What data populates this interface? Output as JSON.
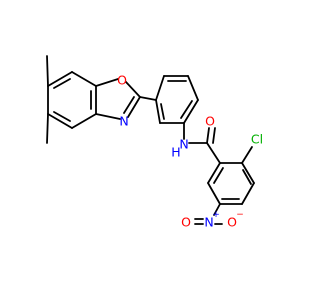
{
  "molecule": {
    "atoms": {
      "O_oxazole": {
        "text": "O",
        "color": "#ff0000"
      },
      "N_oxazole": {
        "text": "N",
        "color": "#0000ff"
      },
      "N_amide": {
        "text": "N",
        "color": "#0000ff"
      },
      "H_amide": {
        "text": "H",
        "color": "#0000ff"
      },
      "O_carbonyl": {
        "text": "O",
        "color": "#ff0000"
      },
      "Cl": {
        "text": "Cl",
        "color": "#00b000"
      },
      "N_nitro": {
        "text": "N",
        "color": "#0000ff"
      },
      "N_nitro_charge": {
        "text": "+",
        "color": "#0000ff"
      },
      "O_nitro_left": {
        "text": "O",
        "color": "#ff0000"
      },
      "O_nitro_right": {
        "text": "O",
        "color": "#ff0000"
      },
      "O_nitro_right_charge": {
        "text": "−",
        "color": "#ff0000"
      }
    },
    "bond_color": "#000000"
  }
}
